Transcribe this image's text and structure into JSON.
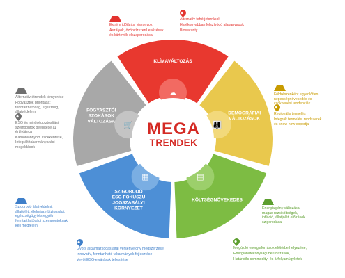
{
  "center": {
    "line1": "MEGA",
    "line2": "TRENDEK"
  },
  "wedges": [
    {
      "key": "klima",
      "label": [
        "KLÍMAVÁLTOZÁS"
      ],
      "color": "#e8382f"
    },
    {
      "key": "demo",
      "label": [
        "DEMOGRÁFIAI",
        "VÁLTOZÁSOK"
      ],
      "color": "#e9c84d"
    },
    {
      "key": "kolts",
      "label": [
        "KÖLTSÉGNÖVEKEDÉS"
      ],
      "color": "#7dbc43"
    },
    {
      "key": "esg",
      "label": [
        "SZIGORODÓ",
        "ESG FÓKUSZÚ",
        "JOGSZABÁLYI",
        "KÖRNYEZET"
      ],
      "color": "#4d8fd6"
    },
    {
      "key": "fogy",
      "label": [
        "FOGYASZTÓI",
        "SZOKÁSOK",
        "VÁLTOZÁSA"
      ],
      "color": "#a8a8a8"
    }
  ],
  "annotations": {
    "klima_risk": [
      "Extrém időjárási viszonyok",
      "Aszályok, özönvízszerű esőzések\nés kártevők elszaporodása"
    ],
    "klima_opp": [
      "Alternatív fehérjeforrások",
      "Hatékonyabban felszívódó alapanyagok",
      "Biosecurity"
    ],
    "demo_risk": [
      "Földrészenként egyenlőtlen\nnépességnövekedés és\ncsökkenési tendenciák"
    ],
    "demo_opp": [
      "Regionális termelés",
      "Integrált termelési rendszerek\nés know-how exportja"
    ],
    "kolts_risk": [
      "Energiaigény változása,\nmagas rezsiköltségek,\ninfláció, állatjóléti előírások\nszigorodása"
    ],
    "kolts_opp": [
      "Megújuló energiaforrások előtérbe helyezése,",
      "Energiahatékonysági beruházások,",
      "Határidős commodity- és árfolyamügyletek"
    ],
    "esg_risk": [
      "Szigorodó állatvédelmi,\nállatjóléti, élelmiszerbiztonsági,\negészségügyi és egyéb\nfenntarthatósági szempontoknak\nkell megfelelni"
    ],
    "esg_opp": [
      "Gyors alkalmazkodás által versenyelőny megszerzése",
      "Innovatív, fenntartható takarmányok fejlesztése",
      "Vevői ESG-elvárások teljesítése"
    ],
    "fogy_risk": [
      "Alternatív étrendek térnyerése",
      "Fogyasztók prioritása:\nfenntarthatóság, egészség,\nállatvédelem"
    ],
    "fogy_opp": [
      "ESG és minőségbiztosítási\nszempontok beépítése az\nértéklánca",
      "Karbonlábnyom csökkentése,\nIntegrált takarmányozási\nmegoldások"
    ]
  }
}
